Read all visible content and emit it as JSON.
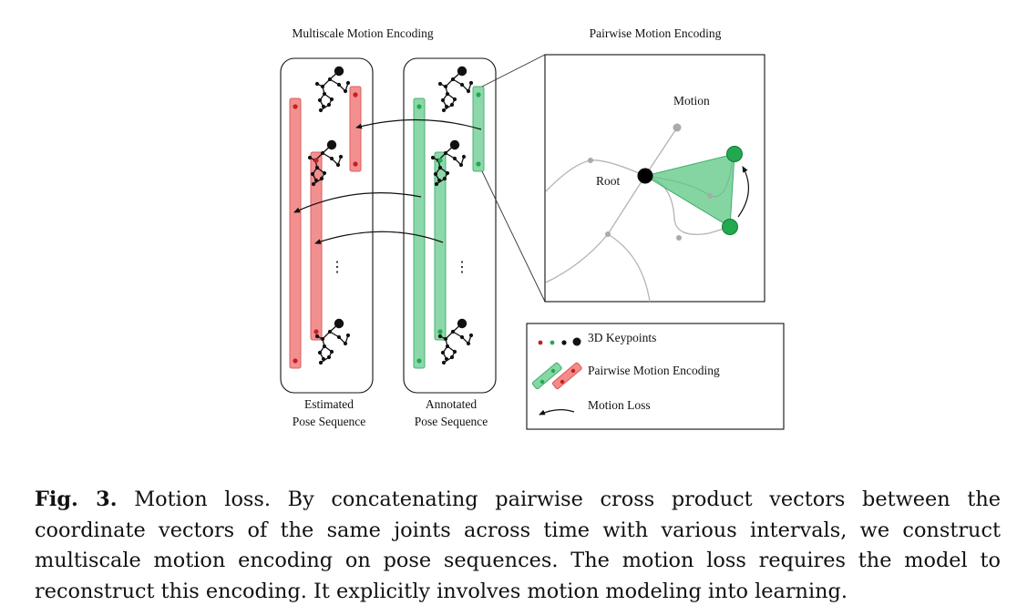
{
  "figure": {
    "left_title": "Multiscale Motion Encoding",
    "right_title": "Pairwise Motion Encoding",
    "estimated_label_line1": "Estimated",
    "estimated_label_line2": "Pose Sequence",
    "annotated_label_line1": "Annotated",
    "annotated_label_line2": "Pose Sequence",
    "ellipsis": "⋮",
    "detail": {
      "motion": "Motion",
      "root": "Root"
    },
    "legend": {
      "keypoints": "3D Keypoints",
      "pairwise": "Pairwise Motion Encoding",
      "loss": "Motion Loss"
    },
    "colors": {
      "red_fill": "#f28b8b",
      "red_stroke": "#e05555",
      "green_fill": "#86d6a6",
      "green_stroke": "#3fae6a",
      "green_joint": "#22a94f",
      "red_joint": "#c42020"
    }
  },
  "caption": {
    "label": "Fig. 3.",
    "text": "Motion loss. By concatenating pairwise cross product vectors between the coordinate vectors of the same joints across time with various intervals, we construct multiscale motion encoding on pose sequences. The motion loss requires the model to reconstruct this encoding. It explicitly involves motion modeling into learning."
  }
}
